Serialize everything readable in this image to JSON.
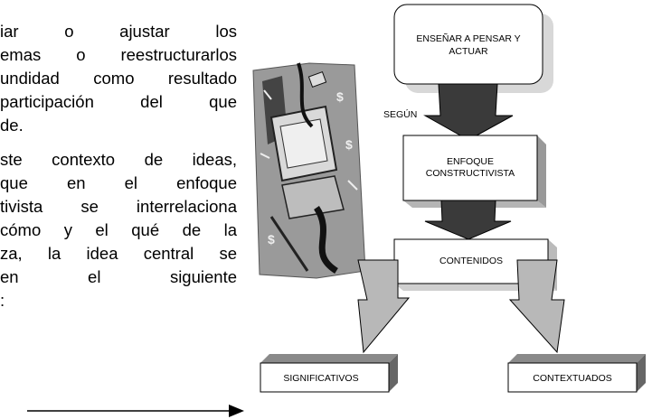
{
  "paragraph1": [
    "iar o ajustar los",
    "emas o reestructurarlos",
    "undidad como resultado",
    "participación del que",
    "de."
  ],
  "paragraph2": [
    "ste contexto de ideas,",
    "que en el enfoque",
    "tivista se interrelaciona",
    "cómo y el qué de la",
    "za, la idea central se",
    "en el siguiente",
    ":"
  ],
  "diagram": {
    "top_box": [
      "ENSEÑAR A PENSAR Y",
      "ACTUAR"
    ],
    "connector_label": "SEGÚN",
    "middle_box": [
      "ENFOQUE",
      "CONSTRUCTIVISTA"
    ],
    "content_box": "CONTENIDOS",
    "left_box": "SIGNIFICATIVOS",
    "right_box": "CONTEXTUADOS"
  },
  "clipart": {
    "icon": "computer-money-clipart-icon",
    "colors": [
      "#9a9a9a",
      "#d8d8d8",
      "#2a2a2a"
    ]
  }
}
